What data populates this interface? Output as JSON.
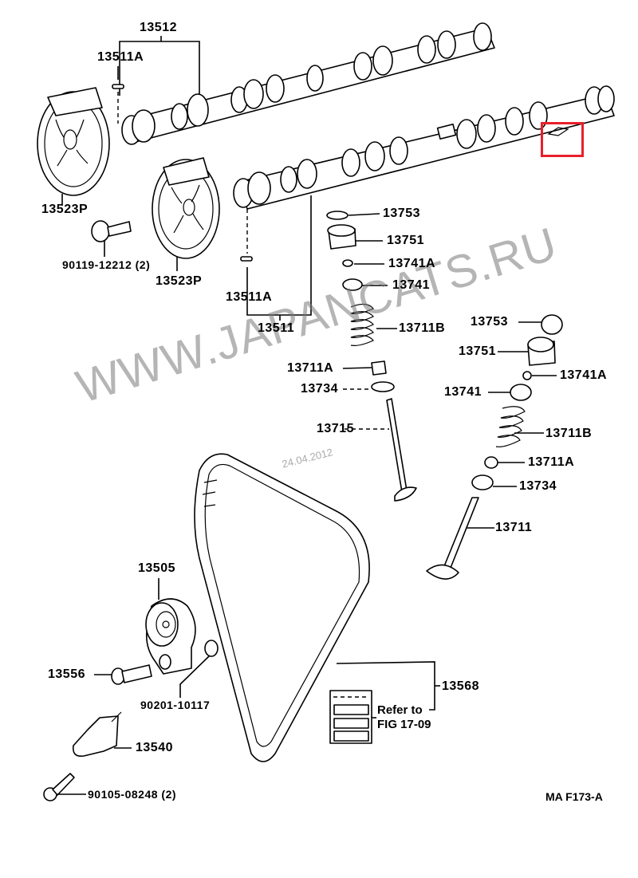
{
  "diagram": {
    "type": "exploded-parts-diagram",
    "subject": "Camshaft, valve train and timing belt",
    "figure_code": "MA F173-A",
    "watermark": "WWW.JAPANCATS.RU",
    "date_stamp": "24.04.2012",
    "highlight_color": "#e8202a",
    "reference_note": {
      "line1": "Refer to",
      "line2": "FIG 17-09"
    },
    "labels": {
      "camshaft_upper": "13512",
      "camshaft_upper_pin": "13511A",
      "gear_left": "13523P",
      "bolt_gear": "90119-12212 (2)",
      "gear_right": "13523P",
      "camshaft_lower_pin": "13511A",
      "camshaft_lower": "13511",
      "shim_left": "13753",
      "lifter_left": "13751",
      "keeper_left": "13741A",
      "retainer_left": "13741",
      "spring_left": "13711B",
      "seal_left": "13711A",
      "seat_left": "13734",
      "valve_exhaust": "13715",
      "shim_right": "13753",
      "lifter_right": "13751",
      "keeper_right": "13741A",
      "retainer_right": "13741",
      "spring_right": "13711B",
      "seal_right": "13711A",
      "seat_right": "13734",
      "valve_intake": "13711",
      "idler_pulley": "13505",
      "pulley_bolt": "13556",
      "washer": "90201-10117",
      "tensioner": "13540",
      "tensioner_bolt": "90105-08248 (2)",
      "timing_belt": "13568"
    }
  }
}
